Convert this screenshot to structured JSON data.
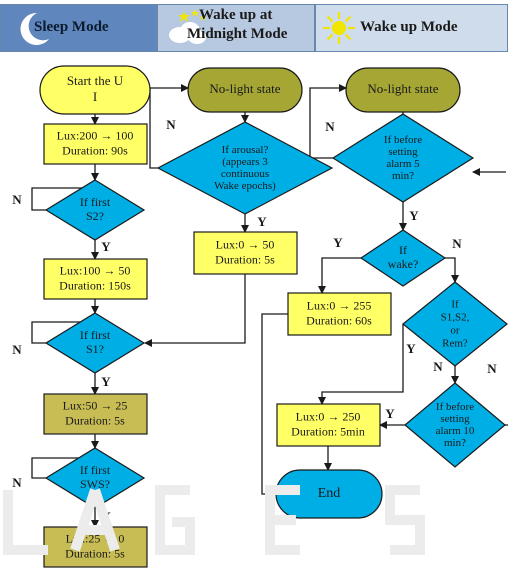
{
  "header": {
    "cells": [
      {
        "label": "Sleep Mode",
        "icon": "crescent-moon-icon"
      },
      {
        "label_line1": "Wake up at",
        "label_line2": "Midnight Mode",
        "icon": "cloudy-night-stars-icon"
      },
      {
        "label": "Wake up Mode",
        "icon": "sun-icon"
      }
    ]
  },
  "diagram": {
    "nodes": {
      "start": [
        "Start the U",
        "I"
      ],
      "lux200": [
        "Lux:200 → 100",
        "Duration: 90s"
      ],
      "first_s2": [
        "If first",
        "S2?"
      ],
      "lux100": [
        "Lux:100 → 50",
        "Duration: 150s"
      ],
      "first_s1": [
        "If first",
        "S1?"
      ],
      "lux50": [
        "Lux:50 → 25",
        "Duration: 5s"
      ],
      "first_sws": [
        "If first",
        "SWS?"
      ],
      "lux25": [
        "Lux:25 → 0",
        "Duration: 5s"
      ],
      "nolight_mid": "No-light state",
      "arousal": [
        "If arousal?",
        "(appears 3",
        "continuous",
        "Wake epochs)"
      ],
      "lux0_50": [
        "Lux:0 → 50",
        "Duration: 5s"
      ],
      "nolight_wake": "No-light state",
      "before5": [
        "If before",
        "setting",
        "alarm 5",
        "min?"
      ],
      "ifwake": [
        "If",
        "wake?"
      ],
      "lux0_255": [
        "Lux:0 → 255",
        "Duration: 60s"
      ],
      "s1s2rem": [
        "If",
        "S1,S2,",
        "or",
        "Rem?"
      ],
      "before10": [
        "If before",
        "setting",
        "alarm 10",
        "min?"
      ],
      "lux0_250": [
        "Lux:0 → 250",
        "Duration: 5min"
      ],
      "end": "End"
    },
    "labels": {
      "yes": "Y",
      "no": "N"
    },
    "colors": {
      "start_fill": "#ffff66",
      "process_fill": "#ffff66",
      "process_dark_fill": "#c8bd55",
      "state_fill": "#a6a635",
      "decision_fill": "#00aee6",
      "end_fill": "#00aee6",
      "header_dark": "#5f86bd",
      "header_light": "#b7c9e1",
      "header_lighter": "#cfdcec"
    }
  }
}
